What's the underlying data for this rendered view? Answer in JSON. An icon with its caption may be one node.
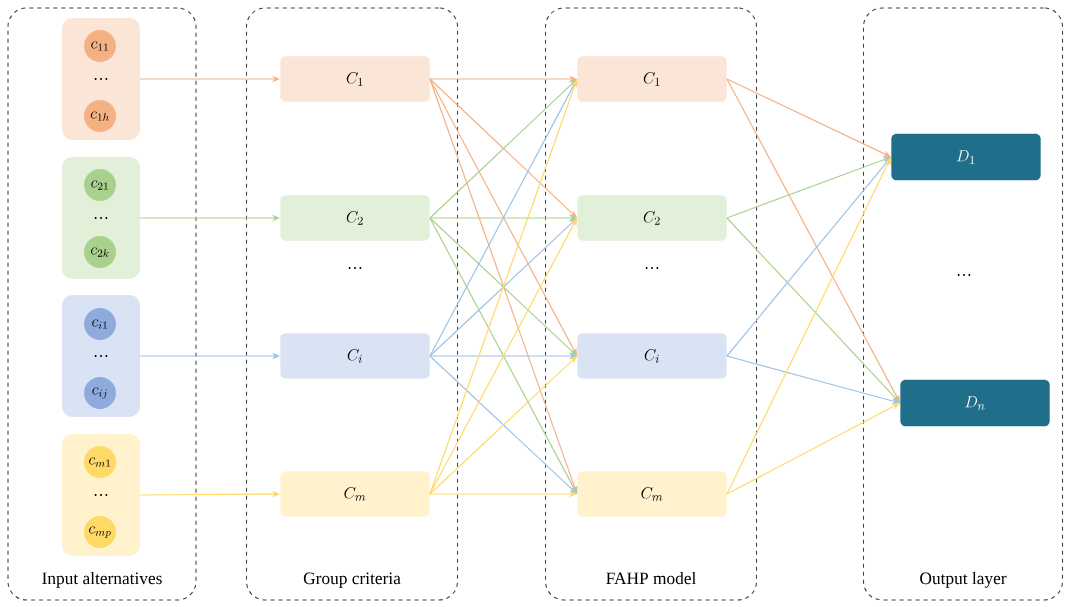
{
  "diagram": {
    "nodes": [
      {
        "text": [
          "Input alternatives"
        ]
      },
      {
        "text": [
          "…"
        ],
        "in": 0
      },
      {
        "text": [
          "c_{11}"
        ],
        "in": 1
      },
      {
        "text": [
          "c_{1h}"
        ],
        "in": 1
      },
      {
        "text": [
          "…"
        ],
        "in": 0
      },
      {
        "text": [
          "c_{21}"
        ],
        "in": 4
      },
      {
        "text": [
          "c_{2k}"
        ],
        "in": 4
      },
      {
        "text": [
          "…"
        ],
        "in": 0
      },
      {
        "text": [
          "c_{i1}"
        ],
        "in": 7
      },
      {
        "text": [
          "c_{ij}"
        ],
        "in": 7
      },
      {
        "text": [
          "…"
        ],
        "in": 0
      },
      {
        "text": [
          "c_{m1}"
        ],
        "in": 10
      },
      {
        "text": [
          "c_{mp}"
        ],
        "in": 10
      },
      {
        "text": [
          "Group criteria"
        ]
      },
      {
        "text": [
          "C_1"
        ],
        "in": 13
      },
      {
        "text": [
          "C_2"
        ],
        "in": 13
      },
      {
        "text": [
          "C_i"
        ],
        "in": 13
      },
      {
        "text": [
          "C_m"
        ],
        "in": 13
      },
      {
        "text": [
          "FAHP model"
        ]
      },
      {
        "text": [
          "C_1"
        ],
        "in": 18
      },
      {
        "text": [
          "C_2"
        ],
        "in": 18
      },
      {
        "text": [
          "C_i"
        ],
        "in": 18
      },
      {
        "text": [
          "C_m"
        ],
        "in": 18
      },
      {
        "text": [
          "Output layer"
        ]
      },
      {
        "text": [
          "D_1"
        ],
        "in": 23
      },
      {
        "text": [
          "D_n"
        ],
        "in": 23
      }
    ],
    "edges": [
      {
        "from": 1,
        "to": 14,
        "arrow": "to",
        "color": "#f4b183"
      },
      {
        "from": 4,
        "to": 15,
        "arrow": "to",
        "color": "#a9d18e"
      },
      {
        "from": 7,
        "to": 16,
        "arrow": "to",
        "color": "#9dc3e6"
      },
      {
        "from": 10,
        "to": 17,
        "arrow": "to",
        "color": "#ffd966"
      },
      {
        "from": 14,
        "to": 19,
        "arrow": "to",
        "color": "#f4b183"
      },
      {
        "from": 14,
        "to": 20,
        "arrow": "to",
        "color": "#f4b183"
      },
      {
        "from": 14,
        "to": 21,
        "arrow": "to",
        "color": "#f4b183"
      },
      {
        "from": 14,
        "to": 22,
        "arrow": "to",
        "color": "#f4b183"
      },
      {
        "from": 15,
        "to": 19,
        "arrow": "to",
        "color": "#a9d18e"
      },
      {
        "from": 15,
        "to": 20,
        "arrow": "to",
        "color": "#a9d18e"
      },
      {
        "from": 15,
        "to": 21,
        "arrow": "to",
        "color": "#a9d18e"
      },
      {
        "from": 15,
        "to": 22,
        "arrow": "to",
        "color": "#a9d18e"
      },
      {
        "from": 16,
        "to": 19,
        "arrow": "to",
        "color": "#9dc3e6"
      },
      {
        "from": 16,
        "to": 20,
        "arrow": "to",
        "color": "#9dc3e6"
      },
      {
        "from": 16,
        "to": 21,
        "arrow": "to",
        "color": "#9dc3e6"
      },
      {
        "from": 16,
        "to": 22,
        "arrow": "to",
        "color": "#9dc3e6"
      },
      {
        "from": 17,
        "to": 19,
        "arrow": "to",
        "color": "#ffd966"
      },
      {
        "from": 17,
        "to": 20,
        "arrow": "to",
        "color": "#ffd966"
      },
      {
        "from": 17,
        "to": 21,
        "arrow": "to",
        "color": "#ffd966"
      },
      {
        "from": 17,
        "to": 22,
        "arrow": "to",
        "color": "#ffd966"
      },
      {
        "from": 19,
        "to": 24,
        "arrow": "to",
        "color": "#f4b183"
      },
      {
        "from": 19,
        "to": 25,
        "arrow": "to",
        "color": "#f4b183"
      },
      {
        "from": 20,
        "to": 24,
        "arrow": "to",
        "color": "#a9d18e"
      },
      {
        "from": 20,
        "to": 25,
        "arrow": "to",
        "color": "#a9d18e"
      },
      {
        "from": 21,
        "to": 24,
        "arrow": "to",
        "color": "#9dc3e6"
      },
      {
        "from": 21,
        "to": 25,
        "arrow": "to",
        "color": "#9dc3e6"
      },
      {
        "from": 22,
        "to": 24,
        "arrow": "to",
        "color": "#ffd966"
      },
      {
        "from": 22,
        "to": 25,
        "arrow": "to",
        "color": "#ffd966"
      }
    ],
    "labels": [
      "…",
      "…",
      "…"
    ]
  }
}
